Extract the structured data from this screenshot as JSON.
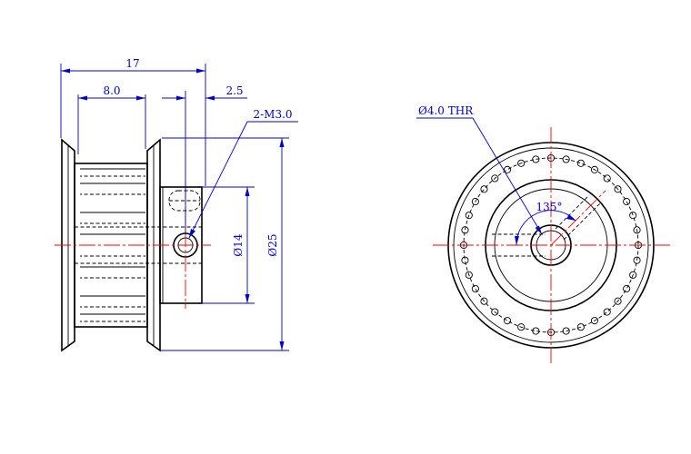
{
  "drawing": {
    "colors": {
      "outline": "#000000",
      "dimension": "#0000cc",
      "centerline": "#ff0000"
    },
    "side_view": {
      "overall_length": "17",
      "flange_to_flange": "8.0",
      "screw_offset": "2.5",
      "set_screw_callout": "2-M3.0",
      "hub_diameter": "14",
      "outer_diameter": "25"
    },
    "front_view": {
      "bore_callout": "Ø4.0 THR",
      "screw_angle": "135°"
    }
  }
}
